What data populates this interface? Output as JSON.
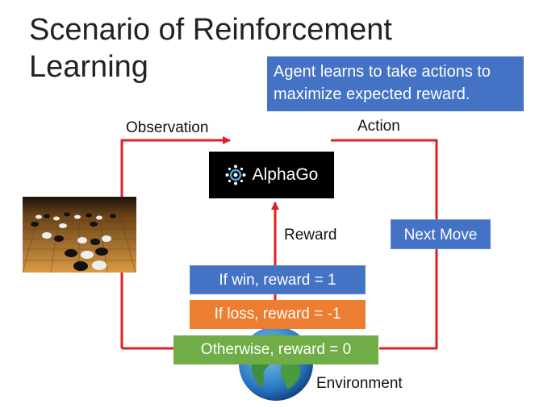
{
  "title_line1": "Scenario of Reinforcement",
  "title_line2": "Learning",
  "callout": {
    "line1": "Agent learns to take actions to",
    "line2": "maximize expected reward."
  },
  "labels": {
    "observation": "Observation",
    "action": "Action",
    "reward": "Reward",
    "environment": "Environment"
  },
  "alphago": {
    "text": "AlphaGo"
  },
  "boxes": {
    "win": "If win, reward = 1",
    "loss": "If loss, reward = -1",
    "otherwise": "Otherwise, reward = 0",
    "next_move": "Next Move"
  },
  "colors": {
    "arrow": "#e02020",
    "blue": "#4472c4",
    "orange": "#ed7d31",
    "green": "#70ad47"
  },
  "icons": {
    "alphago_logo": "alphago-logo-icon",
    "go_board": "go-board-photo",
    "globe": "earth-globe-icon"
  }
}
